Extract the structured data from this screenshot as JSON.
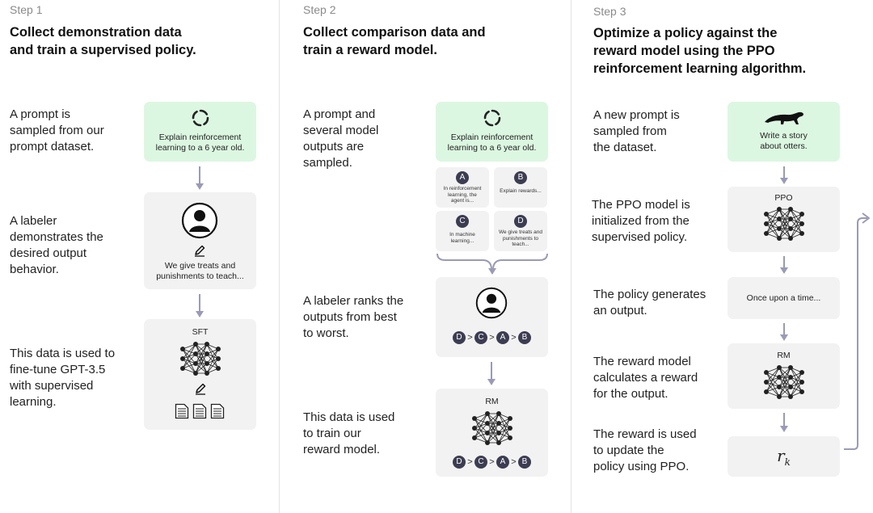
{
  "step1": {
    "label": "Step 1",
    "title_line1": "Collect demonstration data",
    "title_line2": "and train a supervised policy.",
    "desc1": [
      "A prompt is",
      "sampled from our",
      "prompt dataset."
    ],
    "prompt_box": [
      "Explain reinforcement",
      "learning to a 6 year old."
    ],
    "desc2": [
      "A labeler",
      "demonstrates the",
      "desired output",
      "behavior."
    ],
    "labeler_box": [
      "We give treats and",
      "punishments to teach..."
    ],
    "desc3": [
      "This data is used to",
      "fine-tune GPT-3.5",
      "with supervised",
      "learning."
    ],
    "model_label": "SFT"
  },
  "step2": {
    "label": "Step 2",
    "title_line1": "Collect comparison data and",
    "title_line2": "train a reward model.",
    "desc1": [
      "A prompt and",
      "several model",
      "outputs are",
      "sampled."
    ],
    "prompt_box": [
      "Explain reinforcement",
      "learning to a 6 year old."
    ],
    "outputs": [
      {
        "letter": "A",
        "text": [
          "In reinforcement",
          "learning, the",
          "agent is..."
        ]
      },
      {
        "letter": "B",
        "text": [
          "Explain rewards..."
        ]
      },
      {
        "letter": "C",
        "text": [
          "In machine",
          "learning..."
        ]
      },
      {
        "letter": "D",
        "text": [
          "We give treats and",
          "punishments to",
          "teach..."
        ]
      }
    ],
    "desc2": [
      "A labeler ranks the",
      "outputs from best",
      "to worst."
    ],
    "ranking": [
      "D",
      ">",
      "C",
      ">",
      "A",
      ">",
      "B"
    ],
    "desc3": [
      "This data is used",
      "to train our",
      "reward model."
    ],
    "model_label": "RM"
  },
  "step3": {
    "label": "Step 3",
    "title_line1": "Optimize a policy against the",
    "title_line2": "reward model using the PPO",
    "title_line3": "reinforcement learning algorithm.",
    "desc1": [
      "A new prompt is",
      "sampled from",
      "the dataset."
    ],
    "prompt_box": [
      "Write a story",
      "about otters."
    ],
    "desc2": [
      "The PPO model is",
      "initialized from the",
      "supervised policy."
    ],
    "ppo_label": "PPO",
    "desc3": [
      "The policy generates",
      "an output."
    ],
    "output_text": "Once upon a time...",
    "desc4": [
      "The reward model",
      "calculates a reward",
      "for the output."
    ],
    "rm_label": "RM",
    "desc5": [
      "The reward is used",
      "to update the",
      "policy using PPO."
    ],
    "reward_symbol": "r",
    "reward_subscript": "k"
  },
  "colors": {
    "green_box": "#dcf7e1",
    "gray_box": "#f2f2f2",
    "arrow": "#9a9ab8",
    "badge": "#3c3c52"
  },
  "icons": [
    "refresh-icon",
    "user-icon",
    "pencil-icon",
    "neural-network-icon",
    "document-icon",
    "otter-icon"
  ]
}
